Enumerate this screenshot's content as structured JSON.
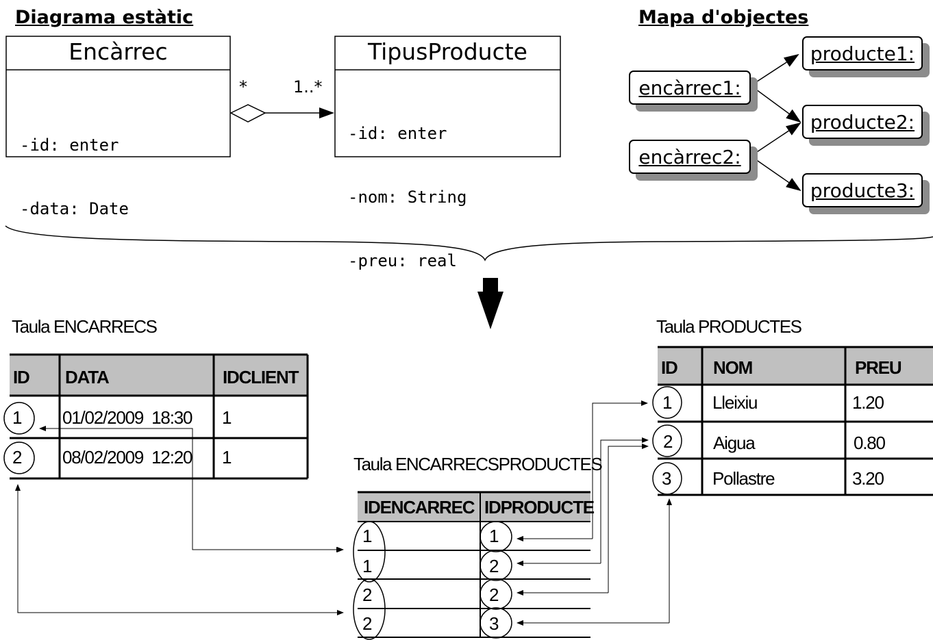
{
  "static_diagram": {
    "title": "Diagrama estàtic",
    "class_encarrec": {
      "name": "Encàrrec",
      "attributes": [
        "-id: enter",
        "-data: Date"
      ]
    },
    "class_tipus": {
      "name": "TipusProducte",
      "attributes": [
        "-id: enter",
        "-nom: String",
        "-preu: real"
      ]
    },
    "association": {
      "source_multiplicity": "*",
      "target_multiplicity": "1..*",
      "kind": "aggregation"
    }
  },
  "object_map": {
    "title": "Mapa d'objectes",
    "objects": [
      "encàrrec1:",
      "encàrrec2:",
      "producte1:",
      "producte2:",
      "producte3:"
    ],
    "links": [
      [
        "encàrrec1:",
        "producte1:"
      ],
      [
        "encàrrec1:",
        "producte2:"
      ],
      [
        "encàrrec2:",
        "producte2:"
      ],
      [
        "encàrrec2:",
        "producte3:"
      ]
    ]
  },
  "tables": {
    "encarrecs": {
      "caption": "Taula ENCARRECS",
      "headers": [
        "ID",
        "DATA",
        "IDCLIENT"
      ],
      "rows": [
        [
          "1",
          "01/02/2009  18:30",
          "1"
        ],
        [
          "2",
          "08/02/2009  12:20",
          "1"
        ]
      ]
    },
    "encarrecsproductes": {
      "caption": "Taula ENCARRECSPRODUCTES",
      "headers": [
        "IDENCARREC",
        "IDPRODUCTE"
      ],
      "rows": [
        [
          "1",
          "1"
        ],
        [
          "1",
          "2"
        ],
        [
          "2",
          "2"
        ],
        [
          "2",
          "3"
        ]
      ]
    },
    "productes": {
      "caption": "Taula PRODUCTES",
      "headers": [
        "ID",
        "NOM",
        "PREU"
      ],
      "rows": [
        [
          "1",
          "Lleixiu",
          "1.20"
        ],
        [
          "2",
          "Aigua",
          "0.80"
        ],
        [
          "3",
          "Pollastre",
          "3.20"
        ]
      ]
    }
  },
  "colors": {
    "header_fill": "#c0c0c0",
    "object_shadow": "#8c8c8c",
    "stroke": "#000000"
  }
}
